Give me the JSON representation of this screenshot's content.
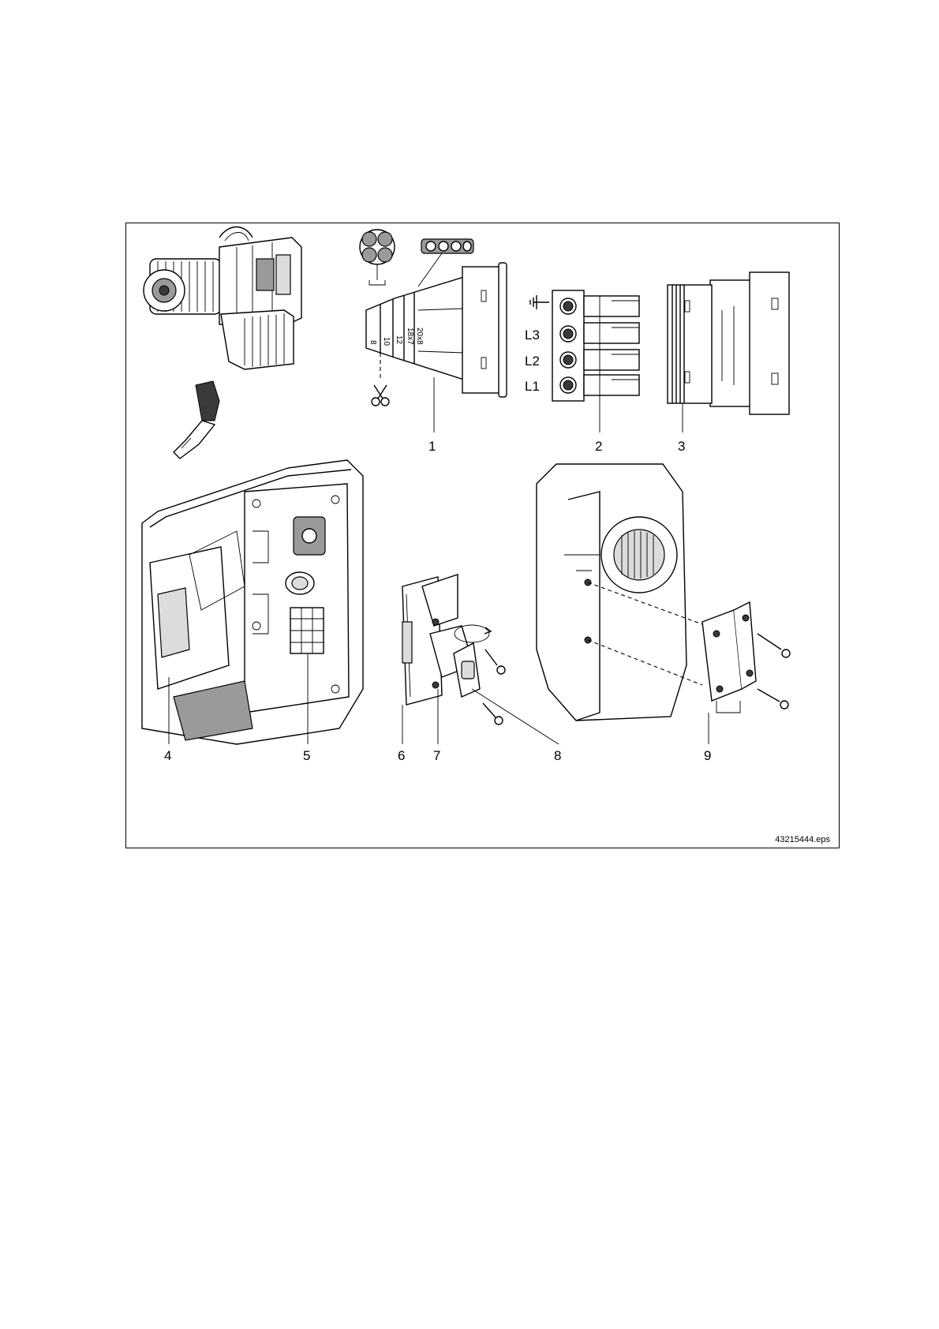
{
  "figure": {
    "callouts": {
      "c1": "1",
      "c2": "2",
      "c3": "3",
      "c4": "4",
      "c5": "5",
      "c6": "6",
      "c7": "7",
      "c8": "8",
      "c9": "9"
    },
    "terminal_labels": {
      "l3": "L3",
      "l2": "L2",
      "l1": "L1"
    },
    "cone_marks": {
      "m8": "8",
      "m10": "10",
      "m12": "12",
      "m18": "18x7",
      "m20": "20x8"
    },
    "file_name": "43215444.eps",
    "icons": [
      "ground-icon",
      "scissors-icon",
      "rotate-arrow-icon",
      "round-cable-icon",
      "flat-cable-icon",
      "screw-icon"
    ],
    "colors": {
      "line": "#000000",
      "shade": "#9a9a9a",
      "dark": "#3a3a3a",
      "paper": "#ffffff"
    }
  }
}
